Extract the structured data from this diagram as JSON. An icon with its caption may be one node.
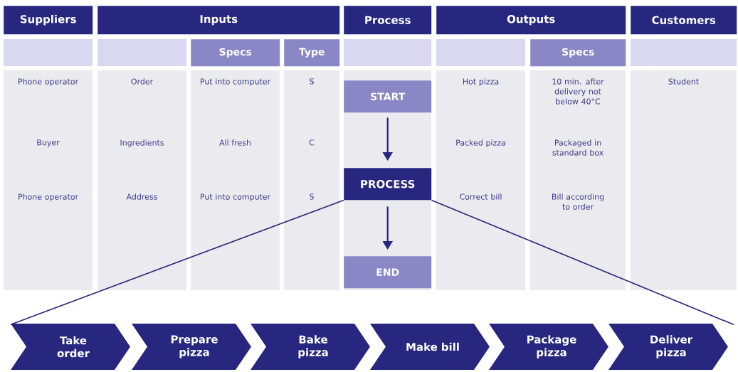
{
  "diagram": {
    "nodes": [
      {
        "text": [
          "Suppliers"
        ]
      },
      {
        "text": [
          "Inputs"
        ]
      },
      {
        "text": [
          "Process"
        ]
      },
      {
        "text": [
          "Outputs"
        ]
      },
      {
        "text": [
          "Customers"
        ]
      },
      {
        "text": [
          "Specs"
        ]
      },
      {
        "text": [
          "Type"
        ]
      },
      {
        "text": [
          "Specs"
        ]
      },
      {
        "text": [
          "START"
        ]
      },
      {
        "text": [
          "PROCESS"
        ]
      },
      {
        "text": [
          "END"
        ]
      },
      {
        "text": [
          "Take order"
        ]
      },
      {
        "text": [
          "Prepare pizza"
        ]
      },
      {
        "text": [
          "Bake pizza"
        ]
      },
      {
        "text": [
          "Make bill"
        ]
      },
      {
        "text": [
          "Package pizza"
        ]
      },
      {
        "text": [
          "Deliver pizza"
        ]
      }
    ],
    "edges": [
      {
        "from": 8,
        "to": 9,
        "arrow": "to"
      },
      {
        "from": 9,
        "to": 10,
        "arrow": "to"
      },
      {
        "from": 9,
        "to": 11,
        "arrow": "none"
      },
      {
        "from": 9,
        "to": 16,
        "arrow": "none"
      }
    ],
    "labels": [
      "Phone operator",
      "Order",
      "Put into computer",
      "S",
      "Hot pizza",
      "10 min. after delivery not below 40°C",
      "Student",
      "Buyer",
      "Ingredients",
      "All fresh",
      "C",
      "Packed pizza",
      "Packaged in standard box",
      "Phone operator",
      "Address",
      "Put into computer",
      "S",
      "Correct bill",
      "Bill according to order"
    ]
  }
}
